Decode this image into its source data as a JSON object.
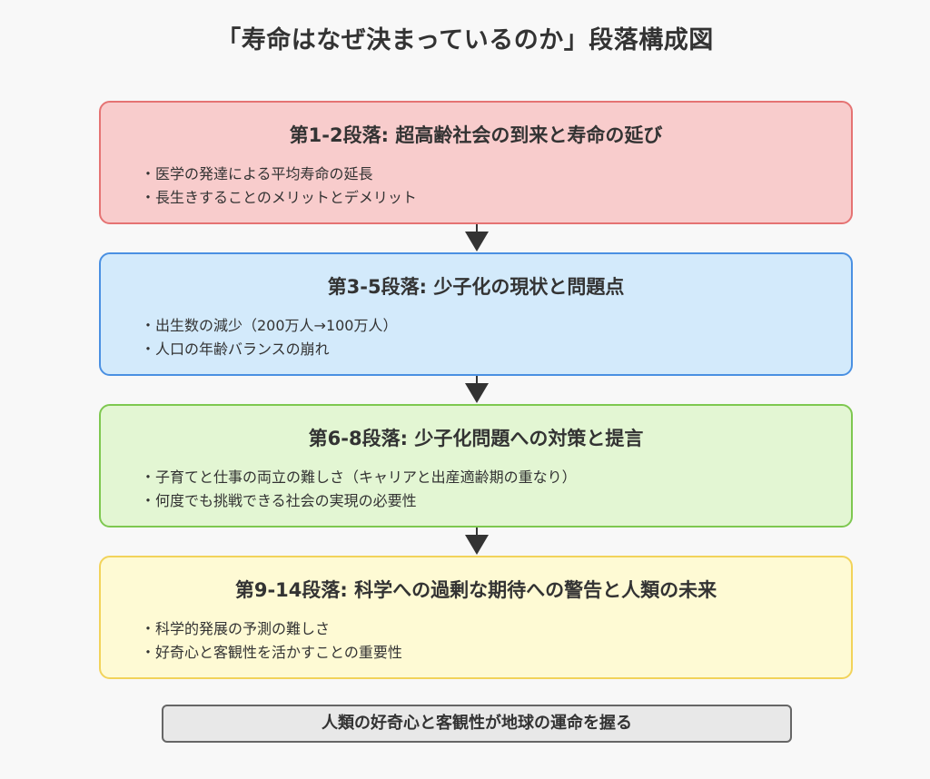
{
  "title": "「寿命はなぜ決まっているのか」段落構成図",
  "sections": [
    {
      "heading": "第1-2段落: 超高齢社会の到来と寿命の延び",
      "bullets": [
        "医学の発達による平均寿命の延長",
        "長生きすることのメリットとデメリット"
      ],
      "fill": "#f8cccc",
      "stroke": "#e57373"
    },
    {
      "heading": "第3-5段落: 少子化の現状と問題点",
      "bullets": [
        "出生数の減少（200万人→100万人）",
        "人口の年齢バランスの崩れ"
      ],
      "fill": "#d3eafb",
      "stroke": "#4a90e2"
    },
    {
      "heading": "第6-8段落: 少子化問題への対策と提言",
      "bullets": [
        "子育てと仕事の両立の難しさ（キャリアと出産適齢期の重なり）",
        "何度でも挑戦できる社会の実現の必要性"
      ],
      "fill": "#e3f6d3",
      "stroke": "#7ec850"
    },
    {
      "heading": "第9-14段落: 科学への過剰な期待への警告と人類の未来",
      "bullets": [
        "科学的発展の予測の難しさ",
        "好奇心と客観性を活かすことの重要性"
      ],
      "fill": "#fefad4",
      "stroke": "#f2d35a"
    }
  ],
  "bullet_marker": "・",
  "conclusion": "人類の好奇心と客観性が地球の運命を握る",
  "colors": {
    "background": "#f8f8f8",
    "text": "#333333",
    "arrow": "#333333",
    "conclusion_fill": "#e8e8e8",
    "conclusion_stroke": "#666666"
  }
}
